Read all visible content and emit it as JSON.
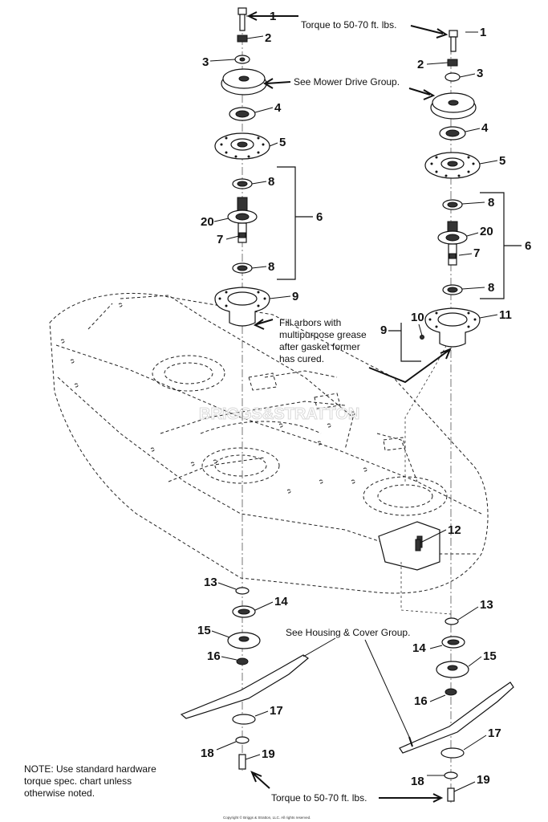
{
  "callouts": {
    "n1": "1",
    "n2": "2",
    "n3": "3",
    "n4": "4",
    "n5": "5",
    "n6": "6",
    "n7": "7",
    "n8": "8",
    "n9": "9",
    "n10": "10",
    "n11": "11",
    "n12": "12",
    "n13": "13",
    "n14": "14",
    "n15": "15",
    "n16": "16",
    "n17": "17",
    "n18": "18",
    "n19": "19",
    "n20": "20"
  },
  "notes": {
    "torque_top": "Torque to 50-70 ft. lbs.",
    "torque_bottom": "Torque to 50-70 ft. lbs.",
    "mower_drive": "See Mower Drive Group.",
    "fill_line1": "Fill arbors with",
    "fill_line2": "multipurpose grease",
    "fill_line3": "after gasket former",
    "fill_line4": "has cured.",
    "housing": "See Housing & Cover Group.",
    "note_line1": "NOTE: Use standard hardware",
    "note_line2": "torque spec. chart unless",
    "note_line3": "otherwise noted."
  },
  "watermark": "BRIGGS&STRATTON",
  "copyright": "Copyright © Briggs & Stratton, LLC. All rights reserved."
}
